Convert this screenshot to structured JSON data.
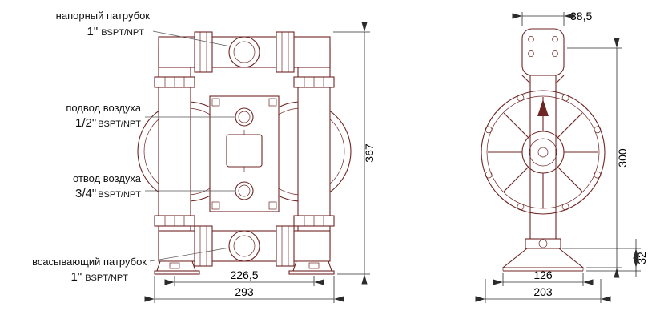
{
  "page": {
    "background": "#ffffff"
  },
  "colors": {
    "drawing_line": "#6f2523",
    "dimension_line": "#2b2b2b",
    "text": "#111111"
  },
  "labels": {
    "discharge": {
      "name": "напорный патрубок",
      "size": "1\"",
      "thread": "BSPT/NPT"
    },
    "air_supply": {
      "name": "подвод воздуха",
      "size": "1/2\"",
      "thread": "BSPT/NPT"
    },
    "air_exhaust": {
      "name": "отвод воздуха",
      "size": "3/4\"",
      "thread": "BSPT/NPT"
    },
    "suction": {
      "name": "всасывающий патрубок",
      "size": "1\"",
      "thread": "BSPT/NPT"
    }
  },
  "dimensions": {
    "front_height": "367",
    "front_width_inner": "226,5",
    "front_width_outer": "293",
    "side_top_width": "38,5",
    "side_height": "300",
    "side_base_width_inner": "126",
    "side_base_width_outer": "203",
    "side_base_height": "32"
  }
}
